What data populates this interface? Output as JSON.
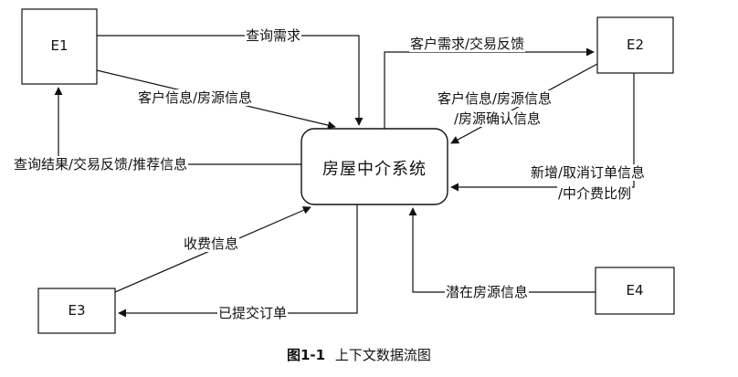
{
  "entities": {
    "e1": "E1",
    "e2": "E2",
    "e3": "E3",
    "e4": "E4"
  },
  "system": "房屋中介系统",
  "flows": {
    "e1_query_demand": "查询需求",
    "e1_customer_info": "客户信息/房源信息",
    "to_e1_results": "查询结果/交易反馈/推荐信息",
    "to_e2_demand_feedback": "客户需求/交易反馈",
    "e2_info_line1": "客户信息/房源信息",
    "e2_info_line2": "/房源确认信息",
    "e2_order_line1": "新增/取消订单信息",
    "e2_order_line2": "/中介费比例",
    "e3_fee_info": "收费信息",
    "to_e3_orders": "已提交订单",
    "e4_potential": "潜在房源信息"
  },
  "caption": {
    "number": "图1-1",
    "text": "上下文数据流图"
  }
}
